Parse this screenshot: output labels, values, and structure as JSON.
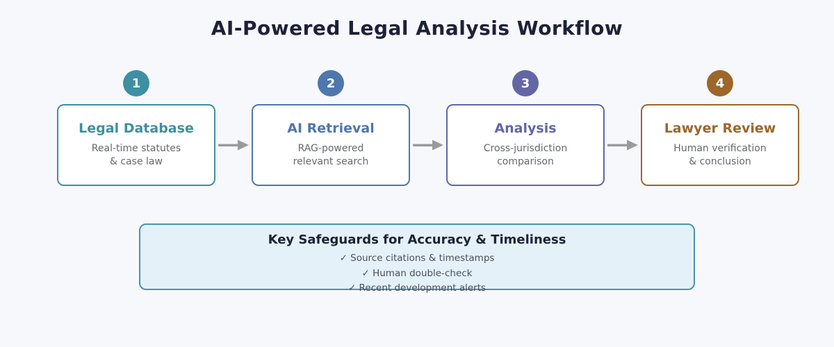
{
  "title": "AI-Powered Legal Analysis Workflow",
  "steps": [
    {
      "number": "1",
      "name": "Legal Database",
      "desc_line1": "Real-time statutes",
      "desc_line2": "& case law",
      "color": "#3e8fa3"
    },
    {
      "number": "2",
      "name": "AI Retrieval",
      "desc_line1": "RAG-powered",
      "desc_line2": "relevant search",
      "color": "#4d77ad"
    },
    {
      "number": "3",
      "name": "Analysis",
      "desc_line1": "Cross-jurisdiction",
      "desc_line2": "comparison",
      "color": "#6366a5"
    },
    {
      "number": "4",
      "name": "Lawyer Review",
      "desc_line1": "Human verification",
      "desc_line2": "& conclusion",
      "color": "#9c672a"
    }
  ],
  "safeguards": {
    "title": "Key Safeguards for Accuracy & Timeliness",
    "items": [
      "✓ Source citations & timestamps",
      "✓ Human double-check",
      "✓ Recent development alerts"
    ],
    "background": "#e4f1f8",
    "border_color": "#4b93a8"
  },
  "colors": {
    "page_background": "#f7f8fb",
    "title_text": "#1d2138",
    "description_text": "#66696e",
    "arrow": "#9a9a9a"
  }
}
